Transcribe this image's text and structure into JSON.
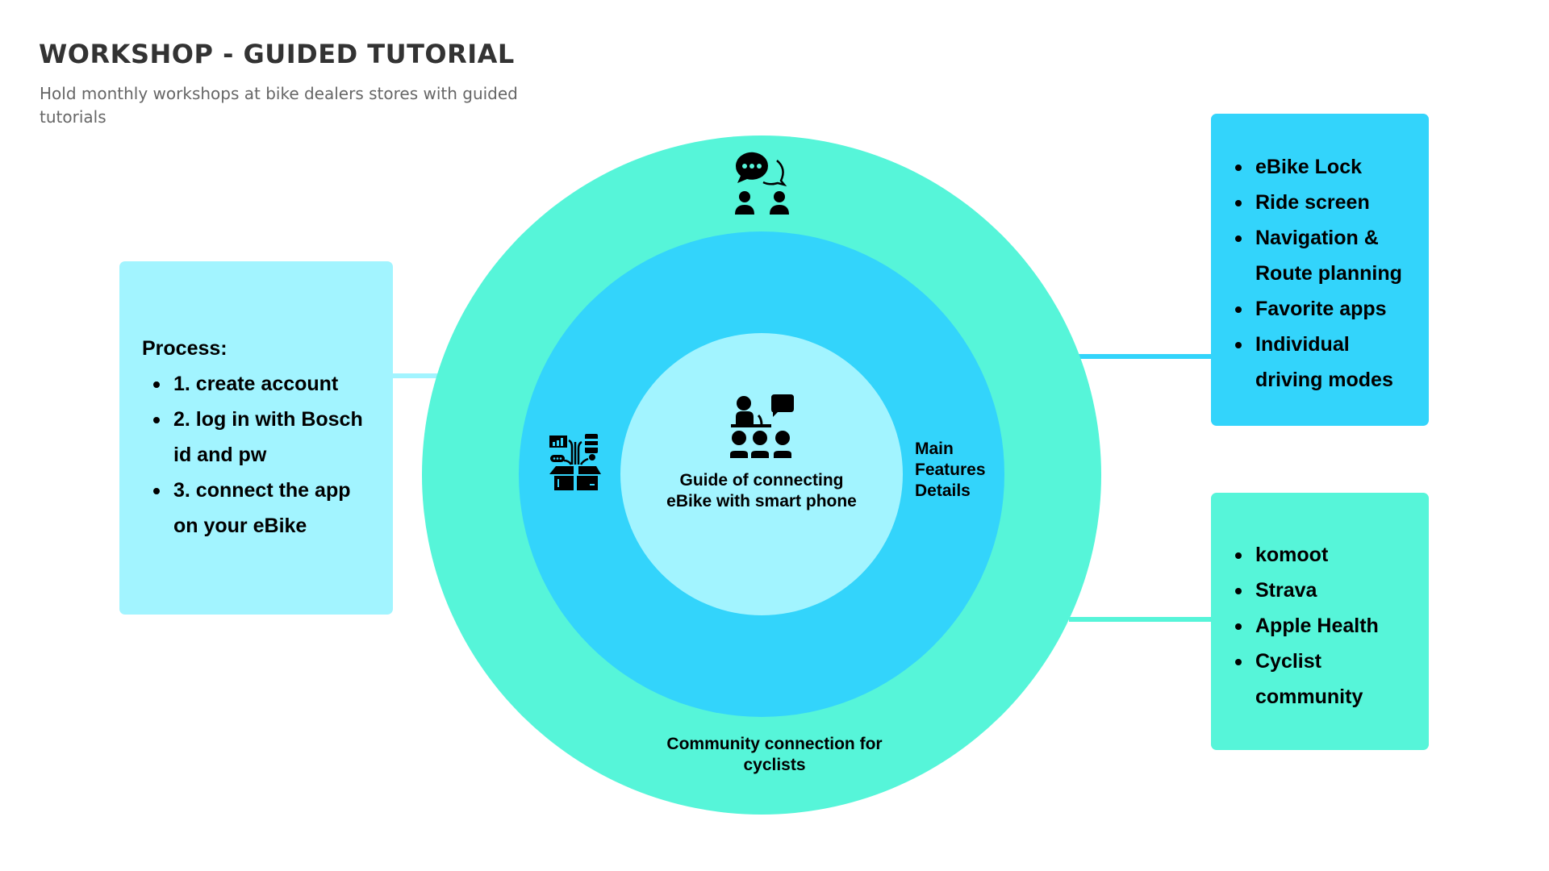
{
  "header": {
    "title": "WORKSHOP - GUIDED TUTORIAL",
    "subtitle": "Hold monthly workshops at bike dealers stores with guided tutorials"
  },
  "colors": {
    "outer_ring": "#56F5D9",
    "middle_ring": "#33D4FB",
    "inner_circle": "#A2F4FF",
    "title_text": "#333333",
    "subtitle_text": "#666666"
  },
  "diagram": {
    "inner": {
      "icon": "presenter-audience-icon",
      "label": "Guide of connecting eBike with smart phone"
    },
    "middle": {
      "icon": "connected-devices-box-icon",
      "label": "Main Features Details"
    },
    "outer": {
      "icon": "discussion-people-icon",
      "label": "Community connection for cyclists"
    }
  },
  "process_box": {
    "heading": "Process:",
    "items": [
      "1. create account",
      "2. log in with Bosch id and pw",
      "3. connect the app on your eBike"
    ]
  },
  "features_box": {
    "items": [
      "eBike Lock",
      "Ride screen",
      "Navigation & Route planning",
      "Favorite apps",
      "Individual driving modes"
    ]
  },
  "community_box": {
    "items": [
      "komoot",
      "Strava",
      "Apple Health",
      "Cyclist community"
    ]
  }
}
